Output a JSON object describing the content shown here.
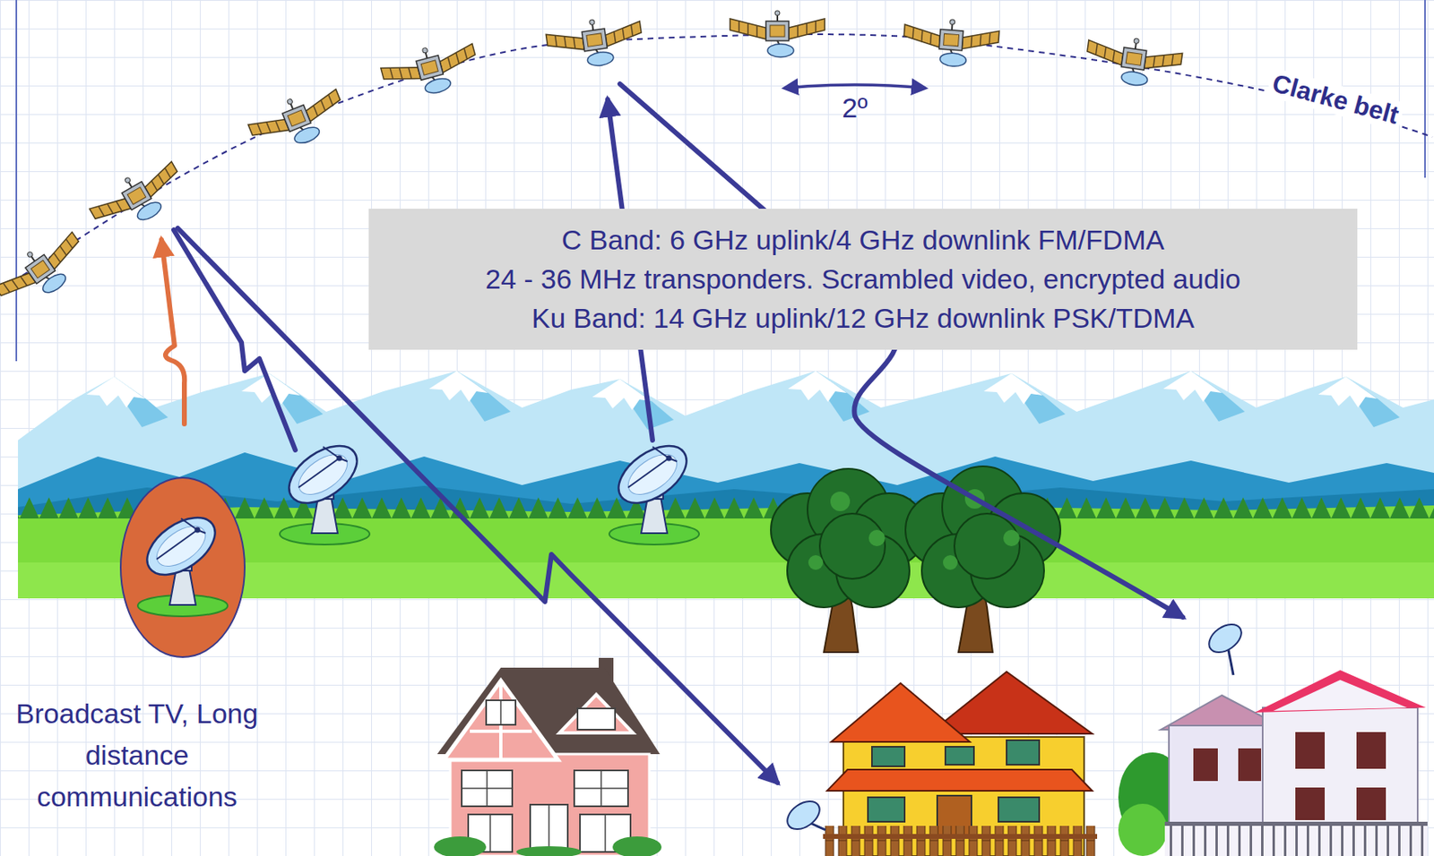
{
  "diagram": {
    "nodes": [
      {
        "text": [
          "C Band:  6 GHz uplink/4 GHz downlink FM/FDMA",
          "24 - 36 MHz transponders.  Scrambled video, encrypted audio",
          "Ku Band:  14 GHz uplink/12 GHz downlink PSK/TDMA"
        ]
      }
    ],
    "labels": [
      "2º",
      "Clarke belt",
      "Broadcast TV, Long distance communications"
    ]
  }
}
